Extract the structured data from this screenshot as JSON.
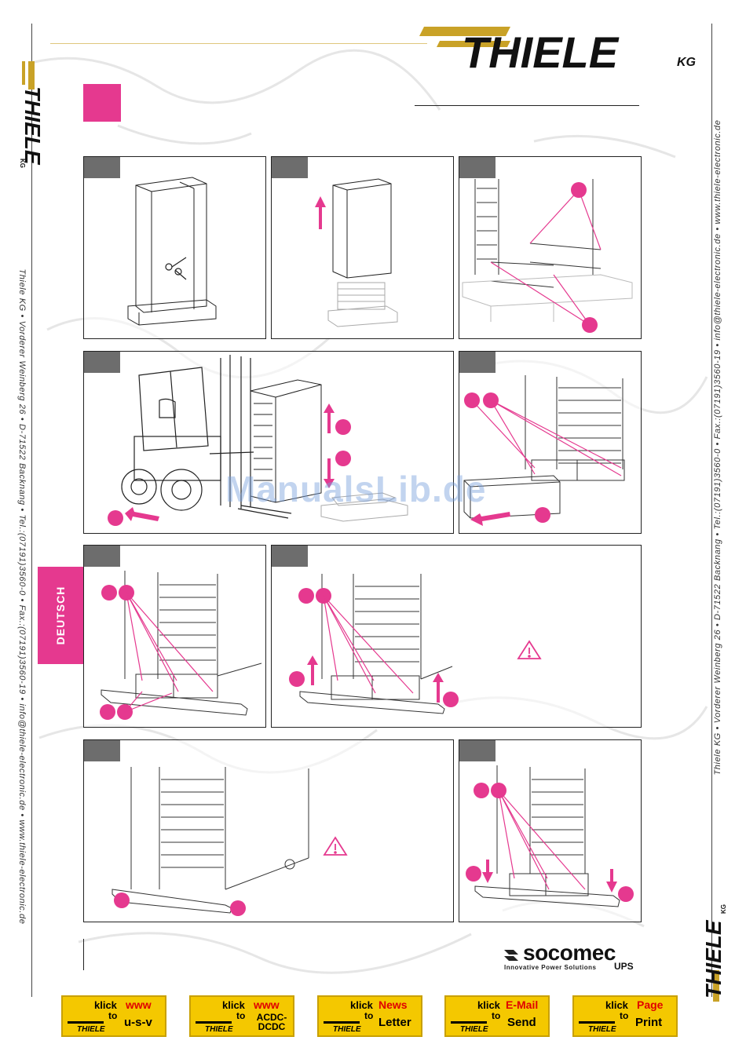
{
  "brand": {
    "name": "THIELE",
    "suffix": "KG"
  },
  "side_text_left": "Thiele KG • Vorderer Weinberg 26 • D-71522 Backnang • Tel.:(07191)3560-0 • Fax.:(07191)3560-19 • info@thiele-electronic.de • www.thiele-electronic.de",
  "side_text_right": "Thiele KG • Vorderer Weinberg 26 • D-71522 Backnang • Tel.:(07191)3560-0 • Fax.:(07191)3560-19 • info@thiele-electronic.de • www.thiele-electronic.de",
  "language_tab": "DEUTSCH",
  "watermark": "ManualsLib.de",
  "socomec": {
    "name": "socomec",
    "tagline": "Innovative Power Solutions",
    "ups": "UPS"
  },
  "colors": {
    "accent_pink": "#e5398f",
    "step_tab": "#6d6d6d",
    "button_yellow": "#f4c800",
    "brand_gold": "#c9a227"
  },
  "footer_buttons": [
    {
      "klick": "klick",
      "to": "to",
      "top": "www",
      "bottom": "u-s-v",
      "brand": "THIELE"
    },
    {
      "klick": "klick",
      "to": "to",
      "top": "www",
      "bottom": "ACDC-DCDC",
      "brand": "THIELE"
    },
    {
      "klick": "klick",
      "to": "to",
      "top": "News",
      "bottom": "Letter",
      "brand": "THIELE"
    },
    {
      "klick": "klick",
      "to": "to",
      "top": "E-Mail",
      "bottom": "Send",
      "brand": "THIELE"
    },
    {
      "klick": "klick",
      "to": "to",
      "top": "Page",
      "bottom": "Print",
      "brand": "THIELE"
    }
  ],
  "icons": [
    "warning-icon",
    "arrow-up-icon",
    "arrow-down-icon",
    "arrow-left-icon",
    "scissors-icon",
    "forklift-icon"
  ]
}
